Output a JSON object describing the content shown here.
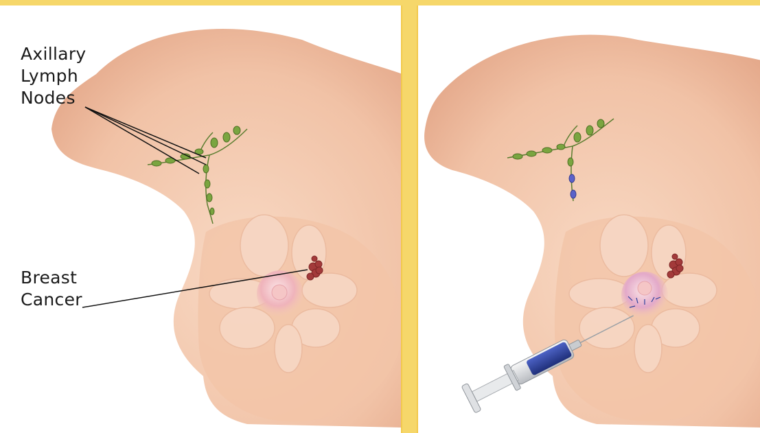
{
  "labels": {
    "nodes_line1": "Axillary",
    "nodes_line2": "Lymph",
    "nodes_line3": "Nodes",
    "cancer_line1": "Breast",
    "cancer_line2": "Cancer"
  },
  "colors": {
    "frame": "#f6d76a",
    "skin": "#f3c6aa",
    "lymph_node": "#6f9c3c",
    "sentinel_node": "#5b62c9",
    "tumor": "#a33a3a",
    "dye": "#2b3f9c"
  }
}
